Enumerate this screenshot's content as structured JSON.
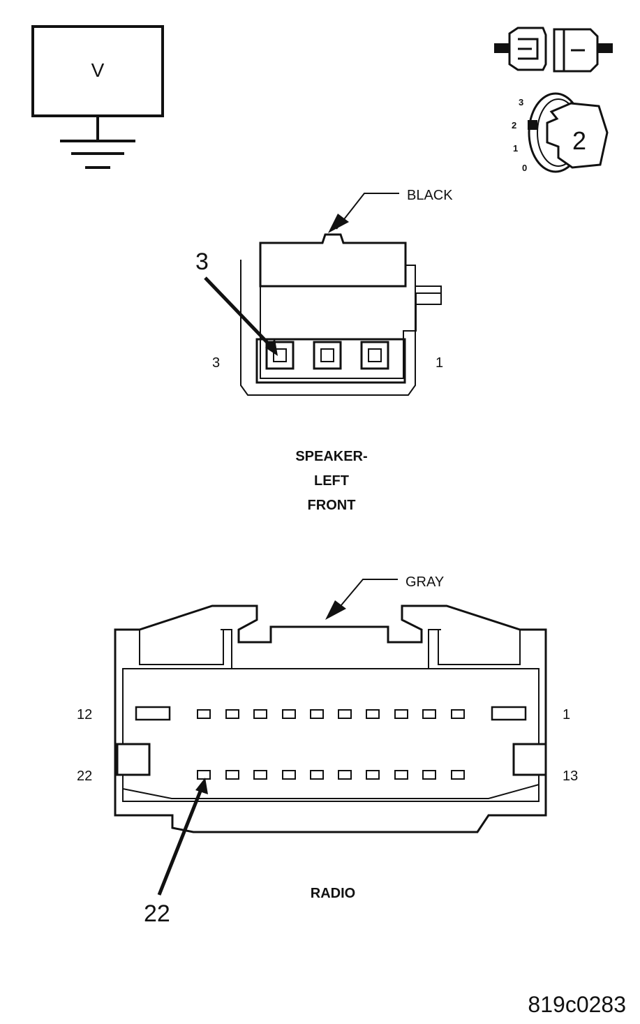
{
  "voltmeter": {
    "label": "V"
  },
  "ignition": {
    "positions": [
      "3",
      "2",
      "1",
      "0"
    ],
    "selected": "2"
  },
  "speaker_connector": {
    "color_label": "BLACK",
    "callout": "3",
    "pin_left": "3",
    "pin_right": "1",
    "name_lines": [
      "SPEAKER-",
      "LEFT",
      "FRONT"
    ]
  },
  "radio_connector": {
    "color_label": "GRAY",
    "row1_left": "12",
    "row1_right": "1",
    "row2_left": "22",
    "row2_right": "13",
    "callout": "22",
    "name": "RADIO"
  },
  "figure_id": "819c0283"
}
